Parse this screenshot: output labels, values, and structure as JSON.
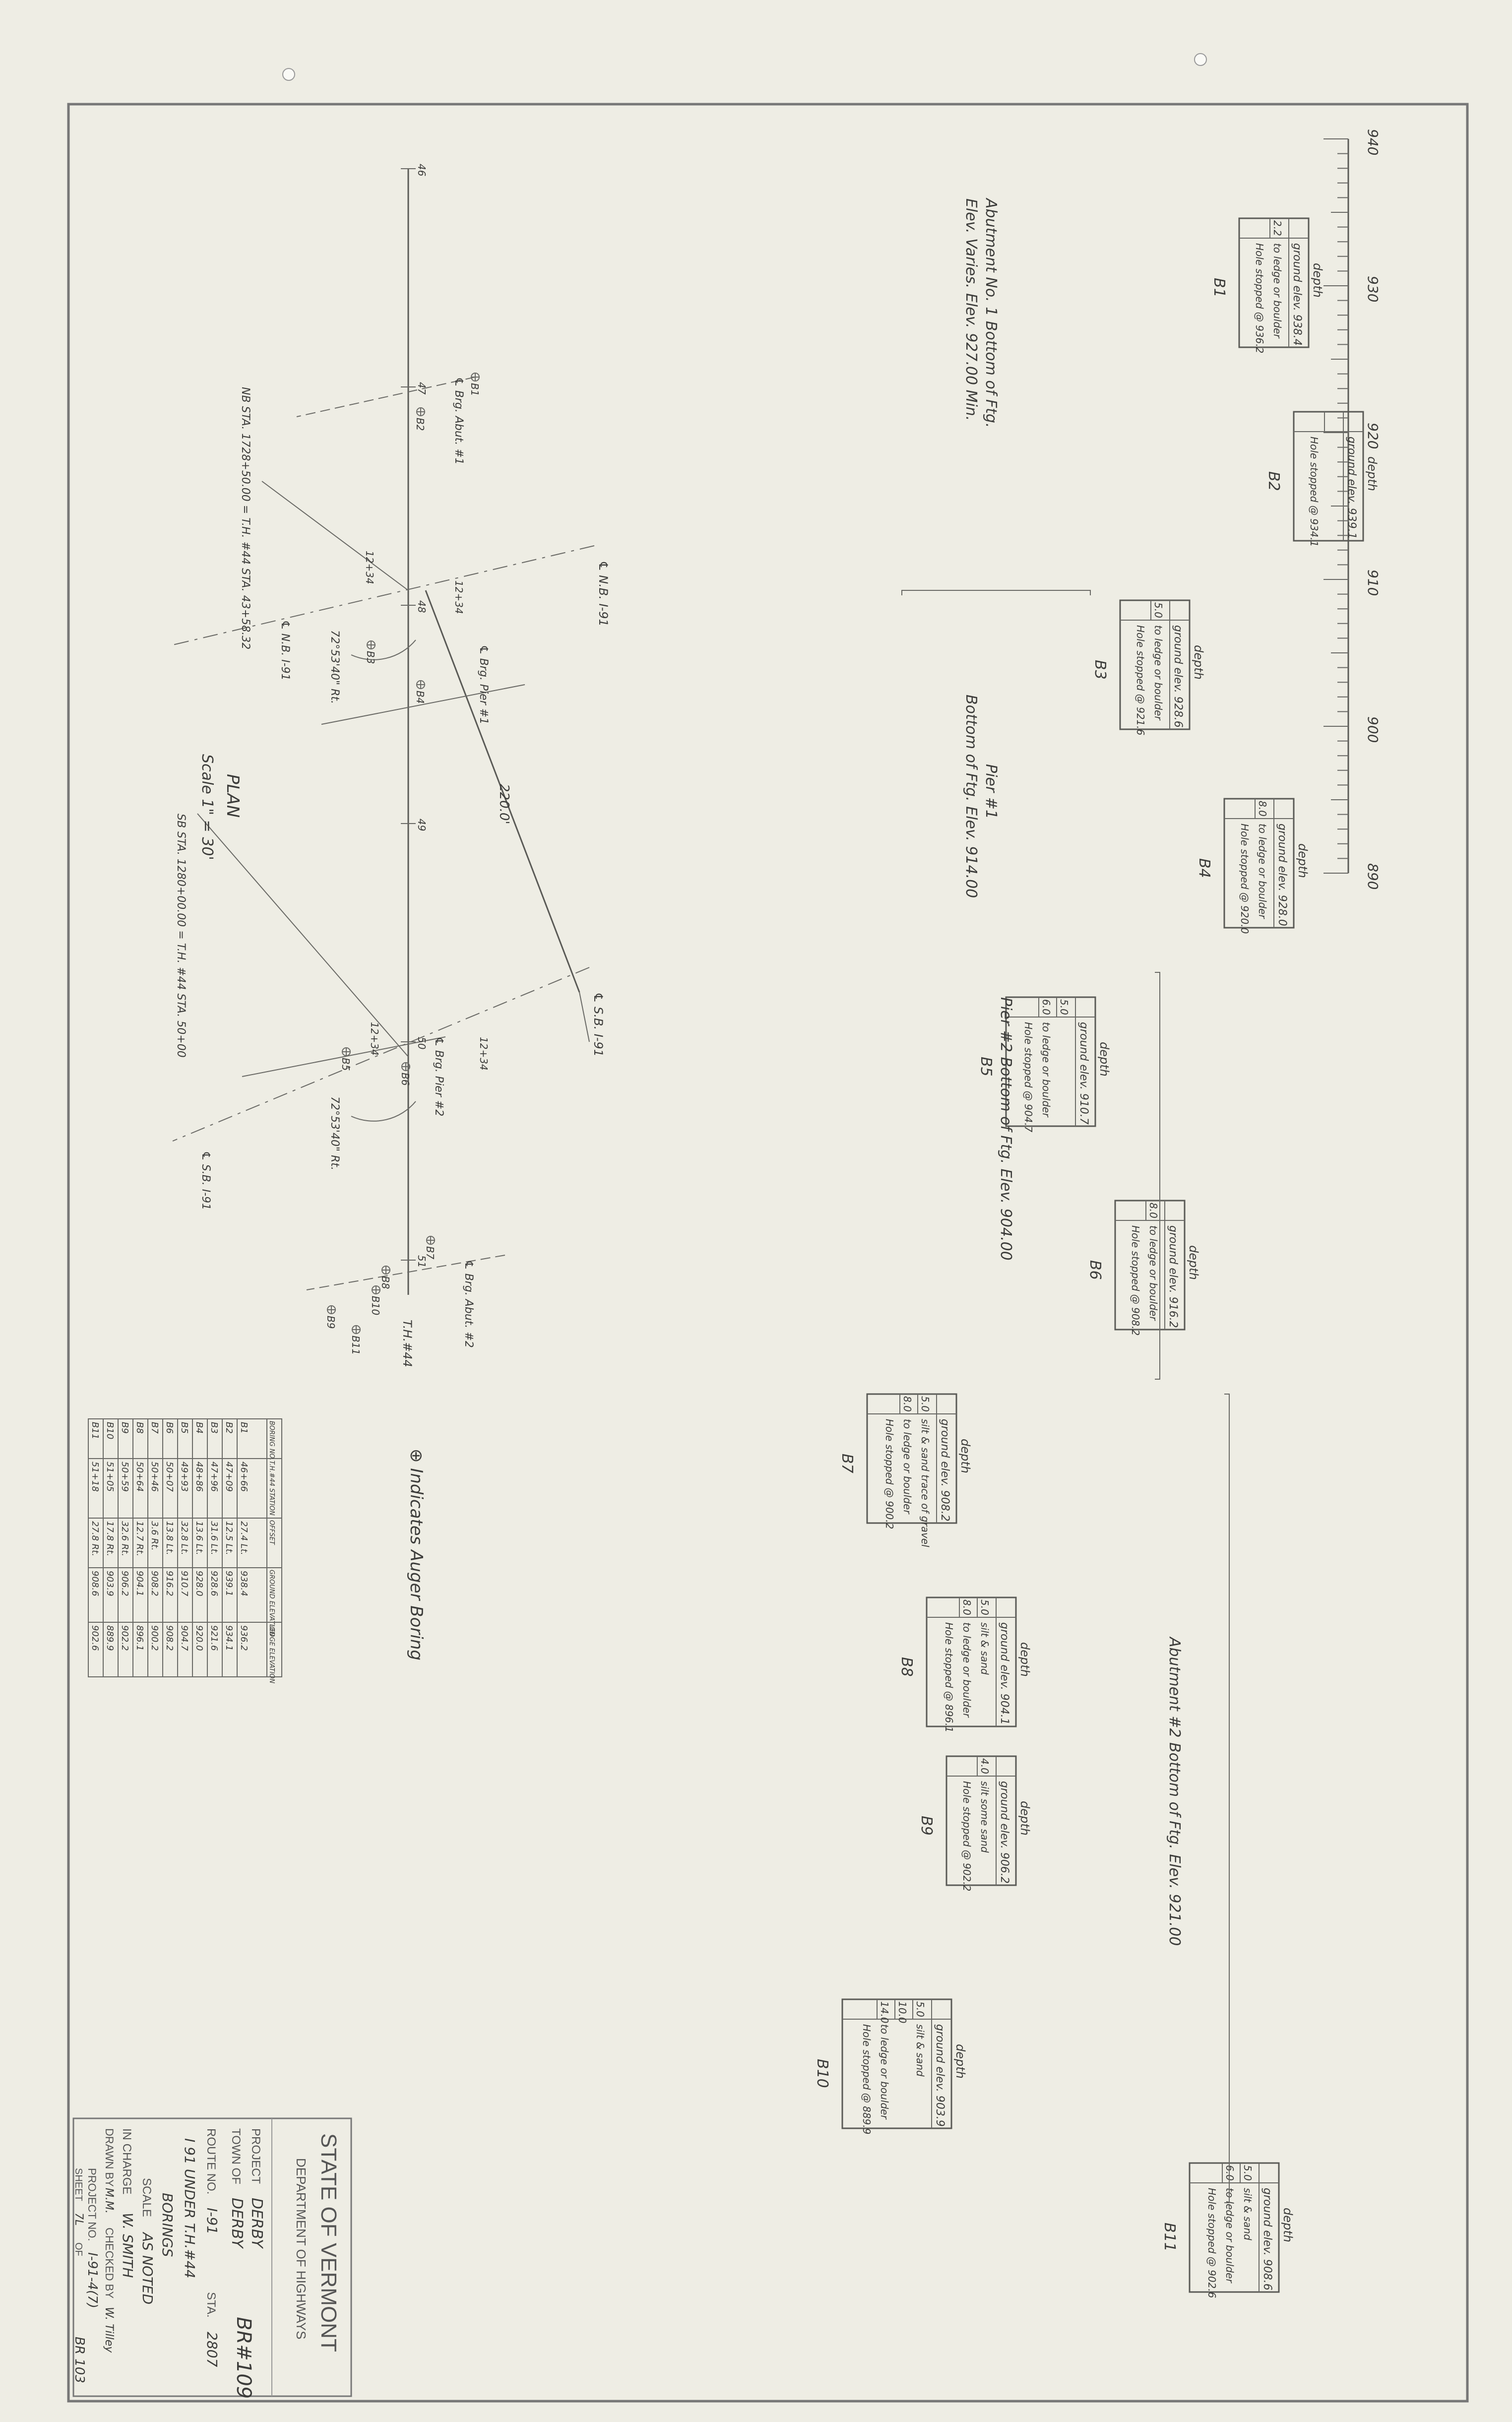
{
  "scale_labels": [
    "940",
    "930",
    "920",
    "910",
    "900",
    "890"
  ],
  "borings": [
    {
      "id": "B1",
      "name": "B1",
      "ground": "ground elev. 938.4",
      "depth": "depth",
      "layers": [
        {
          "d": "2.2",
          "t": "to ledge or boulder"
        }
      ],
      "stopped": "Hole stopped @ 936.2"
    },
    {
      "id": "B2",
      "name": "B2",
      "ground": "ground elev. 939.1",
      "depth": "depth",
      "layers": [
        {
          "d": "",
          "t": ""
        }
      ],
      "stopped": "Hole stopped @ 934.1"
    },
    {
      "id": "B3",
      "name": "B3",
      "ground": "ground elev. 928.6",
      "depth": "depth",
      "layers": [
        {
          "d": "5.0",
          "t": "to ledge or boulder"
        }
      ],
      "stopped": "Hole stopped @ 921.6"
    },
    {
      "id": "B4",
      "name": "B4",
      "ground": "ground elev. 928.0",
      "depth": "depth",
      "layers": [
        {
          "d": "8.0",
          "t": "to ledge or boulder"
        }
      ],
      "stopped": "Hole stopped @ 920.0"
    },
    {
      "id": "B5",
      "name": "B5",
      "ground": "ground elev. 910.7",
      "depth": "depth",
      "layers": [
        {
          "d": "5.0",
          "t": ""
        },
        {
          "d": "6.0",
          "t": "to ledge or boulder"
        }
      ],
      "stopped": "Hole stopped @ 904.7"
    },
    {
      "id": "B6",
      "name": "B6",
      "ground": "ground elev. 916.2",
      "depth": "depth",
      "layers": [
        {
          "d": "8.0",
          "t": "to ledge or boulder"
        }
      ],
      "stopped": "Hole stopped @ 908.2"
    },
    {
      "id": "B7",
      "name": "B7",
      "ground": "ground elev. 908.2",
      "depth": "depth",
      "layers": [
        {
          "d": "5.0",
          "t": "silt & sand trace of gravel"
        },
        {
          "d": "8.0",
          "t": "to ledge or boulder"
        }
      ],
      "stopped": "Hole stopped @ 900.2"
    },
    {
      "id": "B8",
      "name": "B8",
      "ground": "ground elev. 904.1",
      "depth": "depth",
      "layers": [
        {
          "d": "5.0",
          "t": "silt & sand"
        },
        {
          "d": "8.0",
          "t": "to ledge or boulder"
        }
      ],
      "stopped": "Hole stopped @ 896.1"
    },
    {
      "id": "B9",
      "name": "B9",
      "ground": "ground elev. 906.2",
      "depth": "depth",
      "layers": [
        {
          "d": "4.0",
          "t": "silt some sand"
        }
      ],
      "stopped": "Hole stopped @ 902.2"
    },
    {
      "id": "B10",
      "name": "B10",
      "ground": "ground elev. 903.9",
      "depth": "depth",
      "layers": [
        {
          "d": "5.0",
          "t": "silt & sand"
        },
        {
          "d": "10.0",
          "t": ""
        },
        {
          "d": "14.0",
          "t": "to ledge or boulder"
        }
      ],
      "stopped": "Hole stopped @ 889.9"
    },
    {
      "id": "B11",
      "name": "B11",
      "ground": "ground elev. 908.6",
      "depth": "depth",
      "layers": [
        {
          "d": "5.0",
          "t": "silt & sand"
        },
        {
          "d": "6.0",
          "t": "to ledge or boulder"
        }
      ],
      "stopped": "Hole stopped @ 902.6"
    }
  ],
  "annotations": {
    "abutment1_line1": "Abutment No. 1 Bottom of Ftg.",
    "abutment1_line2": "Elev. Varies. Elev. 927.00 Min.",
    "pier1_line1": "Pier #1",
    "pier1_line2": "Bottom of Ftg. Elev. 914.00",
    "pier2": "Pier #2 Bottom of Ftg. Elev. 904.00",
    "abutment2": "Abutment #2 Bottom of Ftg. Elev. 921.00"
  },
  "plan": {
    "title": "PLAN",
    "scale": "Scale 1\" = 30'",
    "legend": "⊕ Indicates Auger Boring",
    "labels": {
      "cl_nb": "℄ N.B. I-91",
      "cl_sb": "℄ S.B. I-91",
      "cl_brg_pier1": "℄ Brg. Pier #1",
      "cl_brg_pier2": "℄ Brg. Pier #2",
      "cl_brg_abut1": "℄ Brg. Abut. #1",
      "cl_brg_abut2": "℄ Brg. Abut. #2",
      "span": "220.0'",
      "th44": "T.H.#44",
      "sta1": "NB STA. 1728+50.00 = T.H. #44 STA. 43+58.32",
      "sta2": "SB STA. 1280+00.00 = T.H. #44 STA. 50+00",
      "angle1": "72°53'40\" Rt.",
      "angle2": "72°53'40\" Rt.",
      "sta_a": "12+34",
      "sta_b": "12+34",
      "sta_c": "12+34",
      "sta_d": "12+34",
      "b1": "B1",
      "b2": "B2",
      "b3": "B3",
      "b4": "B4",
      "b5": "B5",
      "b6": "B6",
      "b7": "B7",
      "b8": "B8",
      "b9": "B9",
      "b10": "B10",
      "b11": "B11",
      "n1": "46",
      "n2": "47",
      "n3": "48",
      "n4": "49",
      "n5": "50",
      "n6": "51"
    }
  },
  "table": {
    "header1": [
      "BORING NO.",
      "T.H.#44 STATION",
      "OFFSET",
      "GROUND ELEVATION",
      "LEDGE ELEVATION"
    ],
    "rows": [
      [
        "B1",
        "46+66",
        "27.4 Lt.",
        "938.4",
        "936.2"
      ],
      [
        "B2",
        "47+09",
        "12.5 Lt.",
        "939.1",
        "934.1"
      ],
      [
        "B3",
        "47+96",
        "31.6 Lt.",
        "928.6",
        "921.6"
      ],
      [
        "B4",
        "48+86",
        "13.6 Lt.",
        "928.0",
        "920.0"
      ],
      [
        "B5",
        "49+93",
        "32.8 Lt.",
        "910.7",
        "904.7"
      ],
      [
        "B6",
        "50+07",
        "13.8 Lt.",
        "916.2",
        "908.2"
      ],
      [
        "B7",
        "50+46",
        "3.6 Rt.",
        "908.2",
        "900.2"
      ],
      [
        "B8",
        "50+64",
        "12.7 Rt.",
        "904.1",
        "896.1"
      ],
      [
        "B9",
        "50+59",
        "32.6 Rt.",
        "906.2",
        "902.2"
      ],
      [
        "B10",
        "51+05",
        "17.8 Rt.",
        "903.9",
        "889.9"
      ],
      [
        "B11",
        "51+18",
        "27.8 Rt.",
        "908.6",
        "902.6"
      ]
    ]
  },
  "title_block": {
    "state": "STATE OF VERMONT",
    "dept": "DEPARTMENT OF HIGHWAYS",
    "project_label": "PROJECT",
    "project": "DERBY",
    "town_label": "TOWN OF",
    "town": "DERBY",
    "br_no": "BR#109",
    "route_label": "ROUTE NO.",
    "route": "I-91",
    "sta_label": "STA.",
    "sta": "2807",
    "under": "I 91 UNDER T.H.#44",
    "sheet_title": "BORINGS",
    "scale_label": "SCALE",
    "scale": "AS NOTED",
    "in_charge_label": "IN CHARGE",
    "in_charge": "W. SMITH",
    "drawn_label": "DRAWN BY",
    "drawn": "M.M.",
    "checked_label": "CHECKED BY",
    "checked": "W. Tilley",
    "project_no_label": "PROJECT NO.",
    "project_no": "I-91-4(7)",
    "sheet_label": "SHEET",
    "sheet_no": "7L",
    "of_label": "OF",
    "of": "",
    "br_bottom": "BR 103"
  }
}
